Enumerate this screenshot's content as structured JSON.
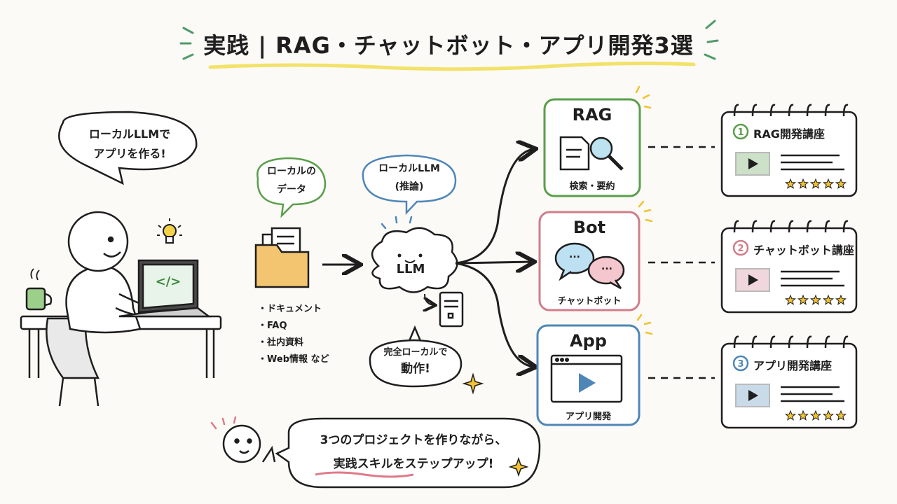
{
  "title": "実践 | RAG・チャットボット・アプリ開発3選",
  "person_bubble": [
    "ローカルLLMで",
    "アプリを作る!"
  ],
  "data_bubble": [
    "ローカルの",
    "データ"
  ],
  "llm_bubble": [
    "ローカルLLM",
    "(推論)"
  ],
  "llm_label": "LLM",
  "data_sources": [
    "ドキュメント",
    "FAQ",
    "社内資料",
    "Web情報 など"
  ],
  "local_bubble": [
    "完全ローカルで",
    "動作!"
  ],
  "code_symbol": "</>",
  "cards": [
    {
      "title": "RAG",
      "subtitle": "検索・要約",
      "color": "#5a9e4b"
    },
    {
      "title": "Bot",
      "subtitle": "チャットボット",
      "color": "#d07d8a"
    },
    {
      "title": "App",
      "subtitle": "アプリ開発",
      "color": "#4f86b8"
    }
  ],
  "chat_dots": "...",
  "courses": [
    {
      "num": "1",
      "label": "RAG開発講座",
      "color": "#5a9e4b",
      "rating": 5
    },
    {
      "num": "2",
      "label": "チャットボット講座",
      "color": "#d07d8a",
      "rating": 5
    },
    {
      "num": "3",
      "label": "アプリ開発講座",
      "color": "#4f86b8",
      "rating": 5
    }
  ],
  "footer_bubble": [
    "3つのプロジェクトを作りながら、",
    "実践スキルをステップアップ!"
  ],
  "colors": {
    "highlight": "#f3e26a",
    "star": "#f2c230",
    "ink": "#1e1e1e"
  }
}
